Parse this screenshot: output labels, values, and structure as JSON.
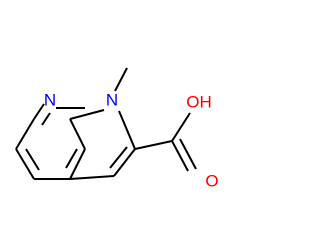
{
  "molecule": {
    "atoms": {
      "pyridine_n": {
        "element": "N",
        "label": "N",
        "color": "#0000ff"
      },
      "pyrrole_n": {
        "element": "N",
        "label": "N",
        "color": "#0000ff"
      },
      "methyl_c": {
        "element": "C",
        "label": "",
        "color": "#000000"
      },
      "hydroxyl_o": {
        "element": "O",
        "label": "OH",
        "color": "#ff0000"
      },
      "carbonyl_o": {
        "element": "O",
        "label": "O",
        "color": "#ff0000"
      }
    },
    "bond_color": "#000000"
  }
}
